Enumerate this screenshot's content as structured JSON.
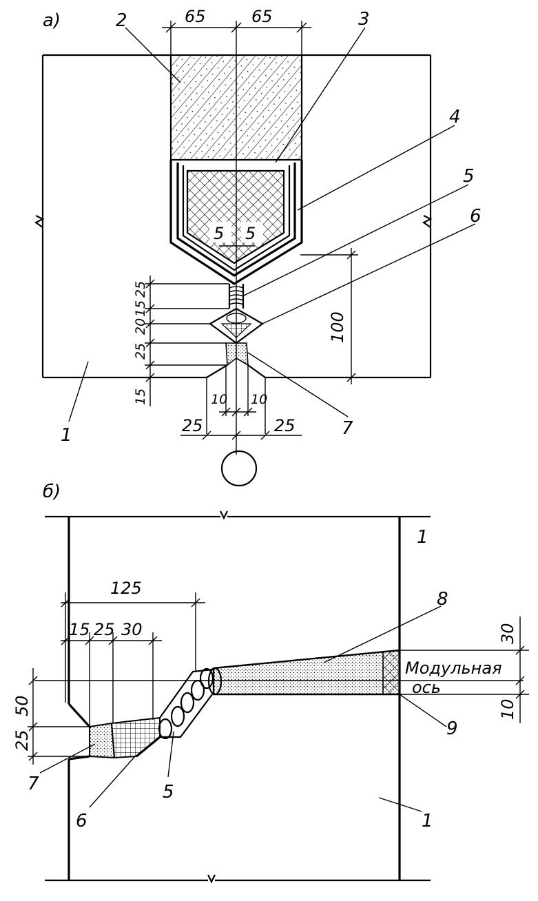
{
  "diagram": {
    "panel_a": {
      "label": "а)",
      "dimensions": {
        "top_left": "65",
        "top_right": "65",
        "gap_left": "5",
        "gap_right": "5",
        "vert_stack": [
          "25",
          "15",
          "20",
          "25"
        ],
        "bottom_15": "15",
        "height_100": "100",
        "inner_left": "10",
        "inner_right": "10",
        "outer_left": "25",
        "outer_right": "25"
      },
      "callouts": {
        "c1": "1",
        "c2": "2",
        "c3": "3",
        "c4": "4",
        "c5": "5",
        "c6": "6",
        "c7": "7"
      }
    },
    "panel_b": {
      "label": "б)",
      "dimensions": {
        "d125": "125",
        "d15": "15",
        "d25": "25",
        "d30": "30",
        "d50": "50",
        "d25v": "25",
        "d30r": "30",
        "d10r": "10"
      },
      "callouts": {
        "c1_top": "1",
        "c1_bottom": "1",
        "c5": "5",
        "c6": "6",
        "c7": "7",
        "c8": "8",
        "c9": "9"
      },
      "axis_text": {
        "line1": "Модульная",
        "line2": "ось"
      }
    }
  }
}
